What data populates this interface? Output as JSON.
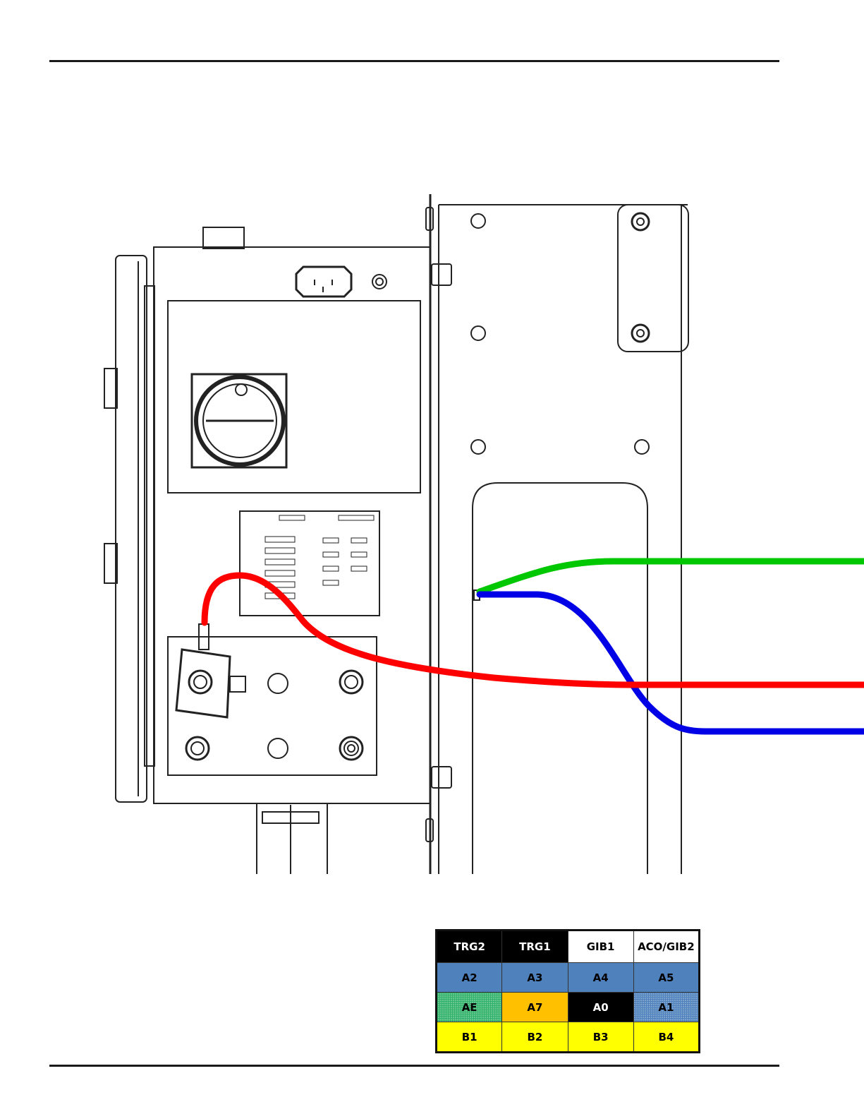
{
  "legend": {
    "headers": [
      {
        "label": "TRG2",
        "bg": "#000000",
        "fg": "#ffffff"
      },
      {
        "label": "TRG1",
        "bg": "#000000",
        "fg": "#ffffff"
      },
      {
        "label": "GIB1",
        "bg": "#ffffff",
        "fg": "#000000"
      },
      {
        "label": "ACO/GIB2",
        "bg": "#ffffff",
        "fg": "#000000"
      }
    ],
    "rows": [
      [
        {
          "label": "A2",
          "bg": "#4f81bd",
          "fg": "#000000"
        },
        {
          "label": "A3",
          "bg": "#4f81bd",
          "fg": "#000000"
        },
        {
          "label": "A4",
          "bg": "#4f81bd",
          "fg": "#000000"
        },
        {
          "label": "A5",
          "bg": "#4f81bd",
          "fg": "#000000"
        }
      ],
      [
        {
          "label": "AE",
          "bg": "#33b26b",
          "fg": "#000000",
          "pattern": "dotted"
        },
        {
          "label": "A7",
          "bg": "#ffc000",
          "fg": "#000000"
        },
        {
          "label": "A0",
          "bg": "#000000",
          "fg": "#ffffff"
        },
        {
          "label": "A1",
          "bg": "#4f81bd",
          "fg": "#000000",
          "pattern": "dotted"
        }
      ],
      [
        {
          "label": "B1",
          "bg": "#ffff00",
          "fg": "#000000"
        },
        {
          "label": "B2",
          "bg": "#ffff00",
          "fg": "#000000"
        },
        {
          "label": "B3",
          "bg": "#ffff00",
          "fg": "#000000"
        },
        {
          "label": "B4",
          "bg": "#ffff00",
          "fg": "#000000"
        }
      ]
    ]
  },
  "cables": {
    "green": "#00c800",
    "blue": "#0000e6",
    "red": "#ff0000"
  }
}
